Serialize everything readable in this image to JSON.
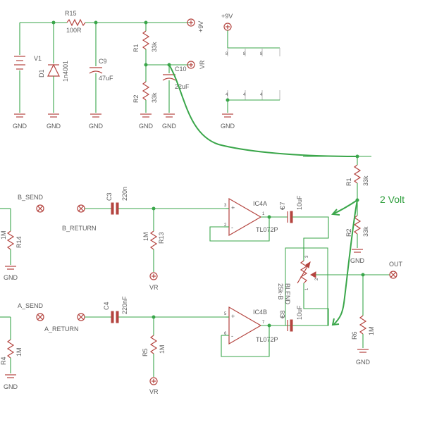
{
  "labels": {
    "r15": "R15",
    "r15_val": "100R",
    "v1": "V1",
    "d1": "D1",
    "d1_val": "1n4001",
    "c9": "C9",
    "c9_val": "47uF",
    "r1_top": "R1",
    "r1_top_val": "33k",
    "r2_top": "R2",
    "r2_top_val": "33k",
    "c10": "C10",
    "c10_val": "22uF",
    "plus9v": "+9V",
    "vr": "VR",
    "gnd": "GND",
    "b_send": "B_SEND",
    "b_return": "B_RETURN",
    "c3": "C3",
    "c3_val": "220n",
    "r13": "R13",
    "r13_val": "1M",
    "r14": "R14",
    "r14_val": "1M",
    "ic4a": "IC4A",
    "ic4a_part": "TL072P",
    "c7": "C7",
    "c7_val": "10uF",
    "r1_mid": "R1",
    "r1_mid_val": "33k",
    "r2_mid": "R2",
    "r2_mid_val": "33k",
    "two_volt": "2 Volt",
    "blend": "BLEND",
    "blend_val": "25k-B",
    "out": "OUT",
    "r6": "R6",
    "r6_val": "1M",
    "a_send": "A_SEND",
    "a_return": "A_RETURN",
    "c4": "C4",
    "c4_val": "220nF",
    "r5": "R5",
    "r5_val": "1M",
    "r4": "R4",
    "r4_val": "1M",
    "ic4b": "IC4B",
    "ic4b_part": "TL072P",
    "c8": "C8",
    "c8_val": "10uF",
    "pins": {
      "p1": "1",
      "p2": "2",
      "p3": "3",
      "p4": "4",
      "p5": "5",
      "p6": "6",
      "p7": "7",
      "p8": "8"
    },
    "sign_plus": "+",
    "sign_minus": "-"
  }
}
